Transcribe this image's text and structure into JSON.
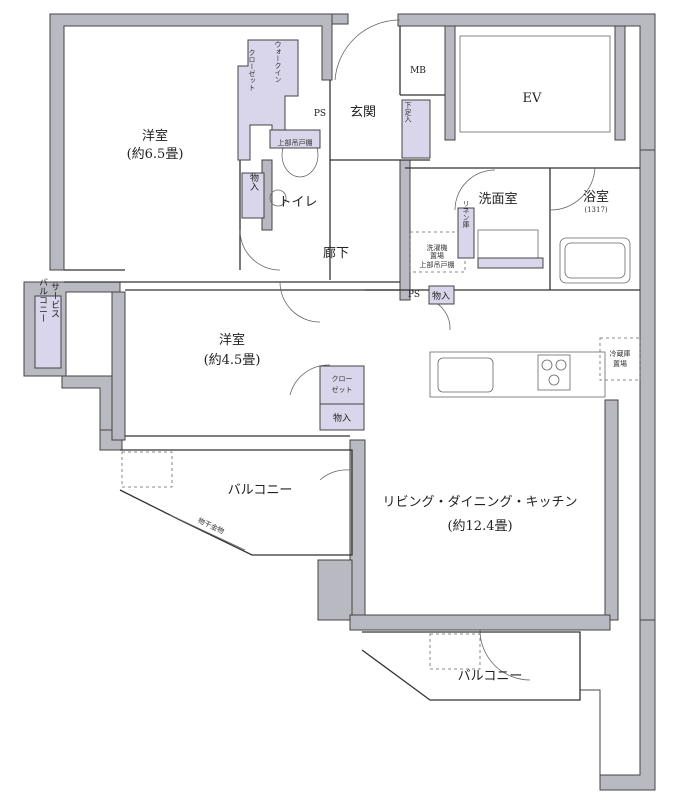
{
  "rooms": {
    "western_room_1": {
      "name": "洋室",
      "size": "(約6.5畳)"
    },
    "walk_in_closet": {
      "name_a": "ウォークイン",
      "name_b": "クローゼット"
    },
    "ps_1": "PS",
    "entrance": "玄関",
    "mb": "MB",
    "ev": "EV",
    "shoe_storage": "下足入",
    "toilet": "トイレ",
    "toilet_shelf": "上部吊戸棚",
    "storage_1": "物入",
    "hallway": "廊下",
    "washroom": "洗面室",
    "bathroom": {
      "name": "浴室",
      "size": "(1317)"
    },
    "linen": "リネン庫",
    "laundry": {
      "a": "洗濯機",
      "b": "置場",
      "c": "上部吊戸棚"
    },
    "ps_2": "PS",
    "storage_2": "物入",
    "fridge": {
      "a": "冷蔵庫",
      "b": "置場"
    },
    "service_balcony": {
      "a": "サービス",
      "b": "バルコニー"
    },
    "western_room_2": {
      "name": "洋室",
      "size": "(約4.5畳)"
    },
    "closet": {
      "a": "クロー",
      "b": "ゼット"
    },
    "storage_3": "物入",
    "balcony_1": "バルコニー",
    "drying_hardware": "物干金物",
    "ldk": {
      "name": "リビング・ダイニング・キッチン",
      "size": "(約12.4畳)"
    },
    "balcony_2": "バルコニー"
  },
  "colors": {
    "wall": "#b9b9c2",
    "storage": "#d9d5ea"
  }
}
